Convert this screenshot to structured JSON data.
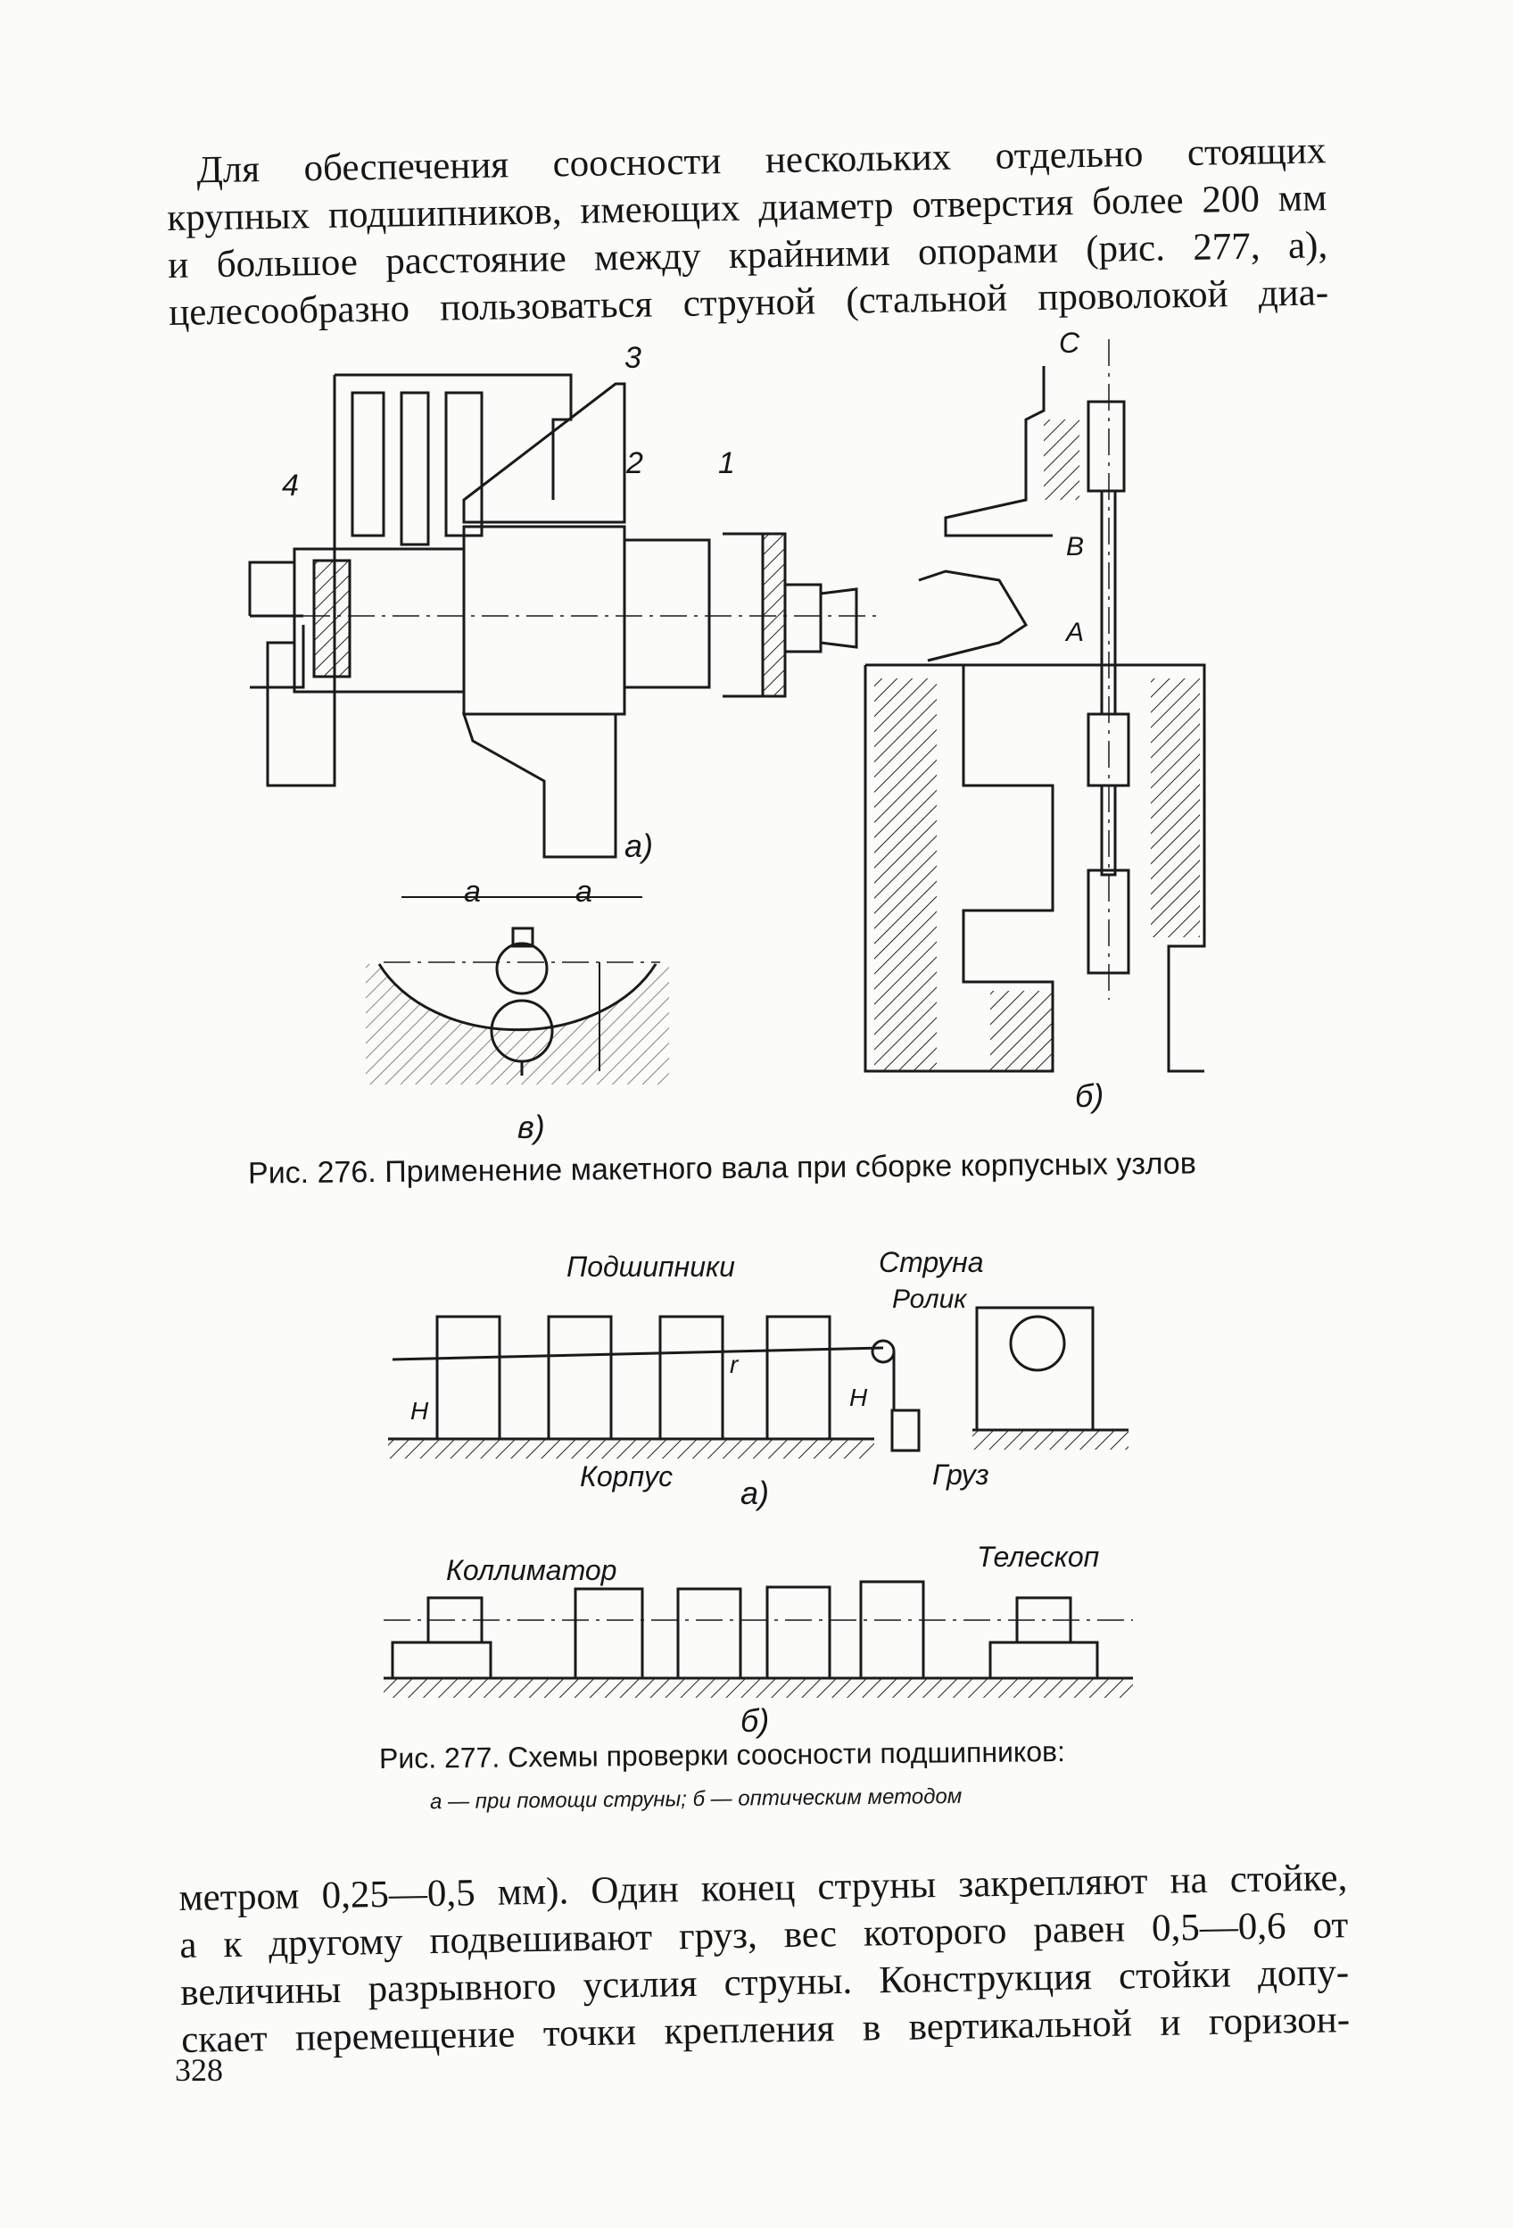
{
  "paragraph_top": [
    "Для обеспечения соосности нескольких отдельно стоящих",
    "крупных подшипников, имеющих диаметр отверстия более 200 мм",
    "и большое расстояние между крайними опорами (рис. 277, а),",
    "целесообразно пользоваться струной (стальной проволокой диа-"
  ],
  "figure276": {
    "labels": {
      "n1": "1",
      "n2": "2",
      "n3": "3",
      "n4": "4",
      "C": "C",
      "B": "B",
      "A": "A",
      "a": "a",
      "sub_a": "а)",
      "sub_b": "б)",
      "sub_v": "в)"
    },
    "caption": "Рис. 276. Применение макетного вала при сборке корпусных узлов"
  },
  "figure277": {
    "labels": {
      "bearings": "Подшипники",
      "string": "Струна",
      "roller": "Ролик",
      "weight": "Груз",
      "housing": "Корпус",
      "H": "H",
      "r": "r",
      "collimator": "Коллиматор",
      "telescope": "Телескоп",
      "sub_a": "а)",
      "sub_b": "б)"
    },
    "caption": "Рис. 277. Схемы проверки соосности подшипников:",
    "subcaption": "а — при помощи струны; б — оптическим методом"
  },
  "paragraph_bottom": [
    "метром 0,25—0,5 мм). Один конец струны закрепляют на стойке,",
    "а к другому подвешивают груз, вес которого равен 0,5—0,6 от",
    "величины разрывного усилия струны. Конструкция стойки допу-",
    "скает перемещение точки крепления в вертикальной и горизон-"
  ],
  "page_number": "328"
}
